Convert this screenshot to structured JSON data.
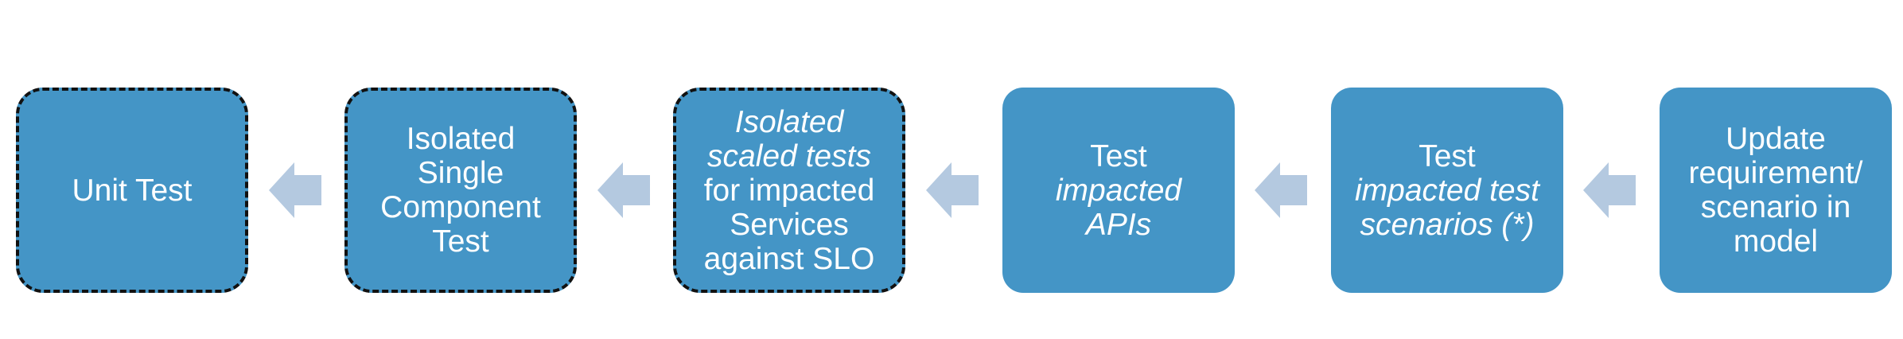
{
  "colors": {
    "box_fill": "#4495c6",
    "box_text": "#ffffff",
    "arrow_fill": "#b4c9e0",
    "dashed_border": "#111111"
  },
  "steps": [
    {
      "label": "Unit Test",
      "lines": [
        "Unit Test"
      ],
      "italic_lines": [],
      "dashed": true
    },
    {
      "label": "Isolated Single Component Test",
      "lines": [
        "Isolated",
        "Single",
        "Component",
        "Test"
      ],
      "italic_lines": [],
      "dashed": true
    },
    {
      "label": "Isolated scaled tests for impacted Services against SLO",
      "lines": [
        "Isolated",
        "scaled tests",
        "for impacted",
        "Services",
        "against SLO"
      ],
      "italic_lines": [
        0,
        1
      ],
      "dashed": true
    },
    {
      "label": "Test impacted APIs",
      "lines": [
        "Test",
        "impacted",
        "APIs"
      ],
      "italic_lines": [
        1,
        2
      ],
      "dashed": false
    },
    {
      "label": "Test impacted test scenarios (*)",
      "lines": [
        "Test",
        "impacted test",
        "scenarios (*)"
      ],
      "italic_lines": [
        1,
        2
      ],
      "dashed": false
    },
    {
      "label": "Update requirement/ scenario in model",
      "lines": [
        "Update",
        "requirement/",
        "scenario in",
        "model"
      ],
      "italic_lines": [],
      "dashed": false
    }
  ],
  "arrows": [
    {
      "from": "Isolated Single Component Test",
      "to": "Unit Test",
      "direction": "left",
      "icon": "left-arrow-icon"
    },
    {
      "from": "Isolated scaled tests for impacted Services against SLO",
      "to": "Isolated Single Component Test",
      "direction": "left",
      "icon": "left-arrow-icon"
    },
    {
      "from": "Test impacted APIs",
      "to": "Isolated scaled tests for impacted Services against SLO",
      "direction": "left",
      "icon": "left-arrow-icon"
    },
    {
      "from": "Test impacted test scenarios (*)",
      "to": "Test impacted APIs",
      "direction": "left",
      "icon": "left-arrow-icon"
    },
    {
      "from": "Update requirement/ scenario in model",
      "to": "Test impacted test scenarios (*)",
      "direction": "left",
      "icon": "left-arrow-icon"
    }
  ]
}
